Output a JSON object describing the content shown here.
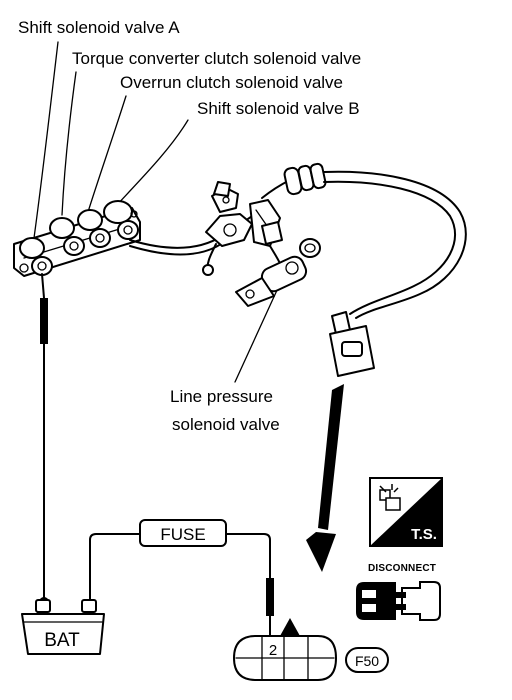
{
  "labels": {
    "shift_a": "Shift solenoid valve A",
    "tcc": "Torque converter clutch  solenoid valve",
    "overrun": "Overrun clutch solenoid valve",
    "shift_b": "Shift solenoid valve B",
    "line_pressure_1": "Line pressure",
    "line_pressure_2": "solenoid valve"
  },
  "circuit": {
    "fuse": "FUSE",
    "battery": "BAT",
    "pin": "2",
    "connector_id": "F50"
  },
  "badges": {
    "ts": "T.S.",
    "disconnect": "DISCONNECT"
  }
}
